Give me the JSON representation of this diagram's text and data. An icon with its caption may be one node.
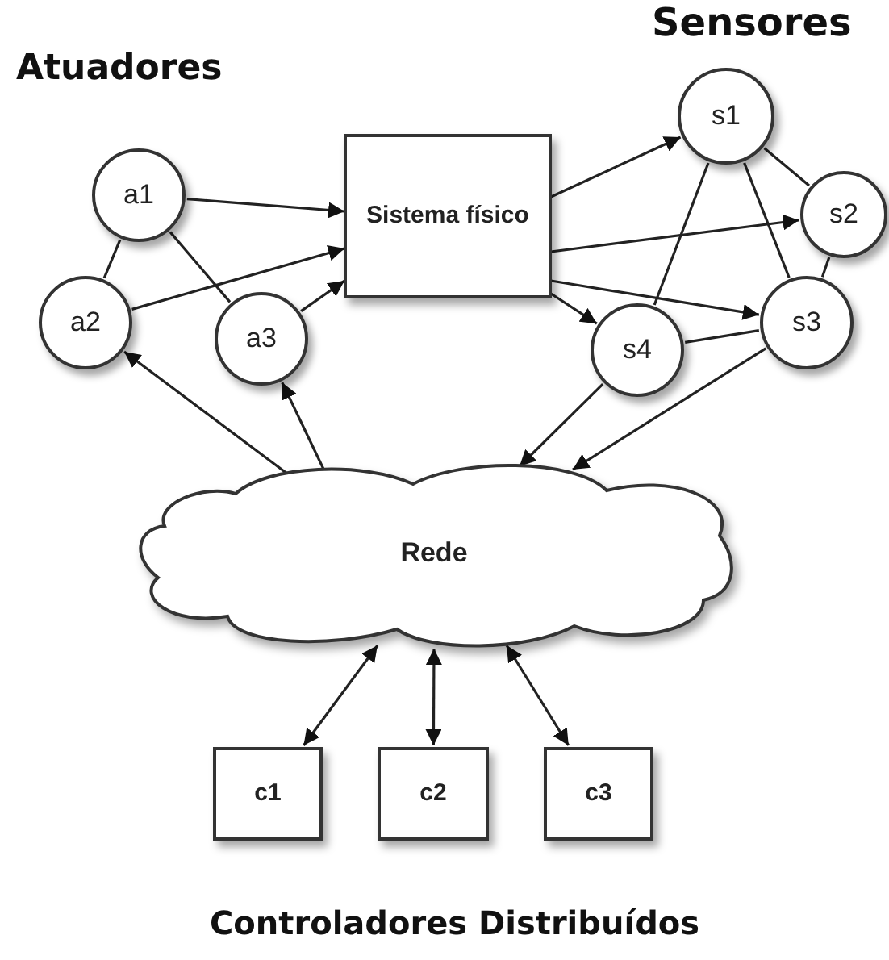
{
  "diagram": {
    "nodes": [
      {
        "text": [
          "a1"
        ]
      },
      {
        "text": [
          "a2"
        ]
      },
      {
        "text": [
          "a3"
        ]
      },
      {
        "text": [
          "Sistema físico"
        ]
      },
      {
        "text": [
          "s1"
        ]
      },
      {
        "text": [
          "s2"
        ]
      },
      {
        "text": [
          "s3"
        ]
      },
      {
        "text": [
          "s4"
        ]
      },
      {
        "text": [
          "Rede"
        ]
      },
      {
        "text": [
          "c1"
        ]
      },
      {
        "text": [
          "c2"
        ]
      },
      {
        "text": [
          "c3"
        ]
      }
    ],
    "edges": [
      {
        "from": 0,
        "to": 1,
        "arrow": "none"
      },
      {
        "from": 0,
        "to": 2,
        "arrow": "none"
      },
      {
        "from": 0,
        "to": 3,
        "arrow": "to"
      },
      {
        "from": 1,
        "to": 3,
        "arrow": "to"
      },
      {
        "from": 2,
        "to": 3,
        "arrow": "to"
      },
      {
        "from": 3,
        "to": 4,
        "arrow": "to"
      },
      {
        "from": 3,
        "to": 5,
        "arrow": "to"
      },
      {
        "from": 3,
        "to": 6,
        "arrow": "to"
      },
      {
        "from": 3,
        "to": 7,
        "arrow": "to"
      },
      {
        "from": 4,
        "to": 5,
        "arrow": "none"
      },
      {
        "from": 4,
        "to": 6,
        "arrow": "none"
      },
      {
        "from": 4,
        "to": 7,
        "arrow": "none"
      },
      {
        "from": 5,
        "to": 6,
        "arrow": "none"
      },
      {
        "from": 7,
        "to": 6,
        "arrow": "none"
      },
      {
        "from": 8,
        "to": 1,
        "arrow": "to"
      },
      {
        "from": 8,
        "to": 2,
        "arrow": "to"
      },
      {
        "from": 7,
        "to": 8,
        "arrow": "to"
      },
      {
        "from": 6,
        "to": 8,
        "arrow": "to"
      },
      {
        "from": 9,
        "to": 8,
        "arrow": "both"
      },
      {
        "from": 10,
        "to": 8,
        "arrow": "both"
      },
      {
        "from": 11,
        "to": 8,
        "arrow": "both"
      }
    ],
    "labels": [
      "Atuadores",
      "Sensores",
      "Controladores Distribuídos"
    ]
  }
}
